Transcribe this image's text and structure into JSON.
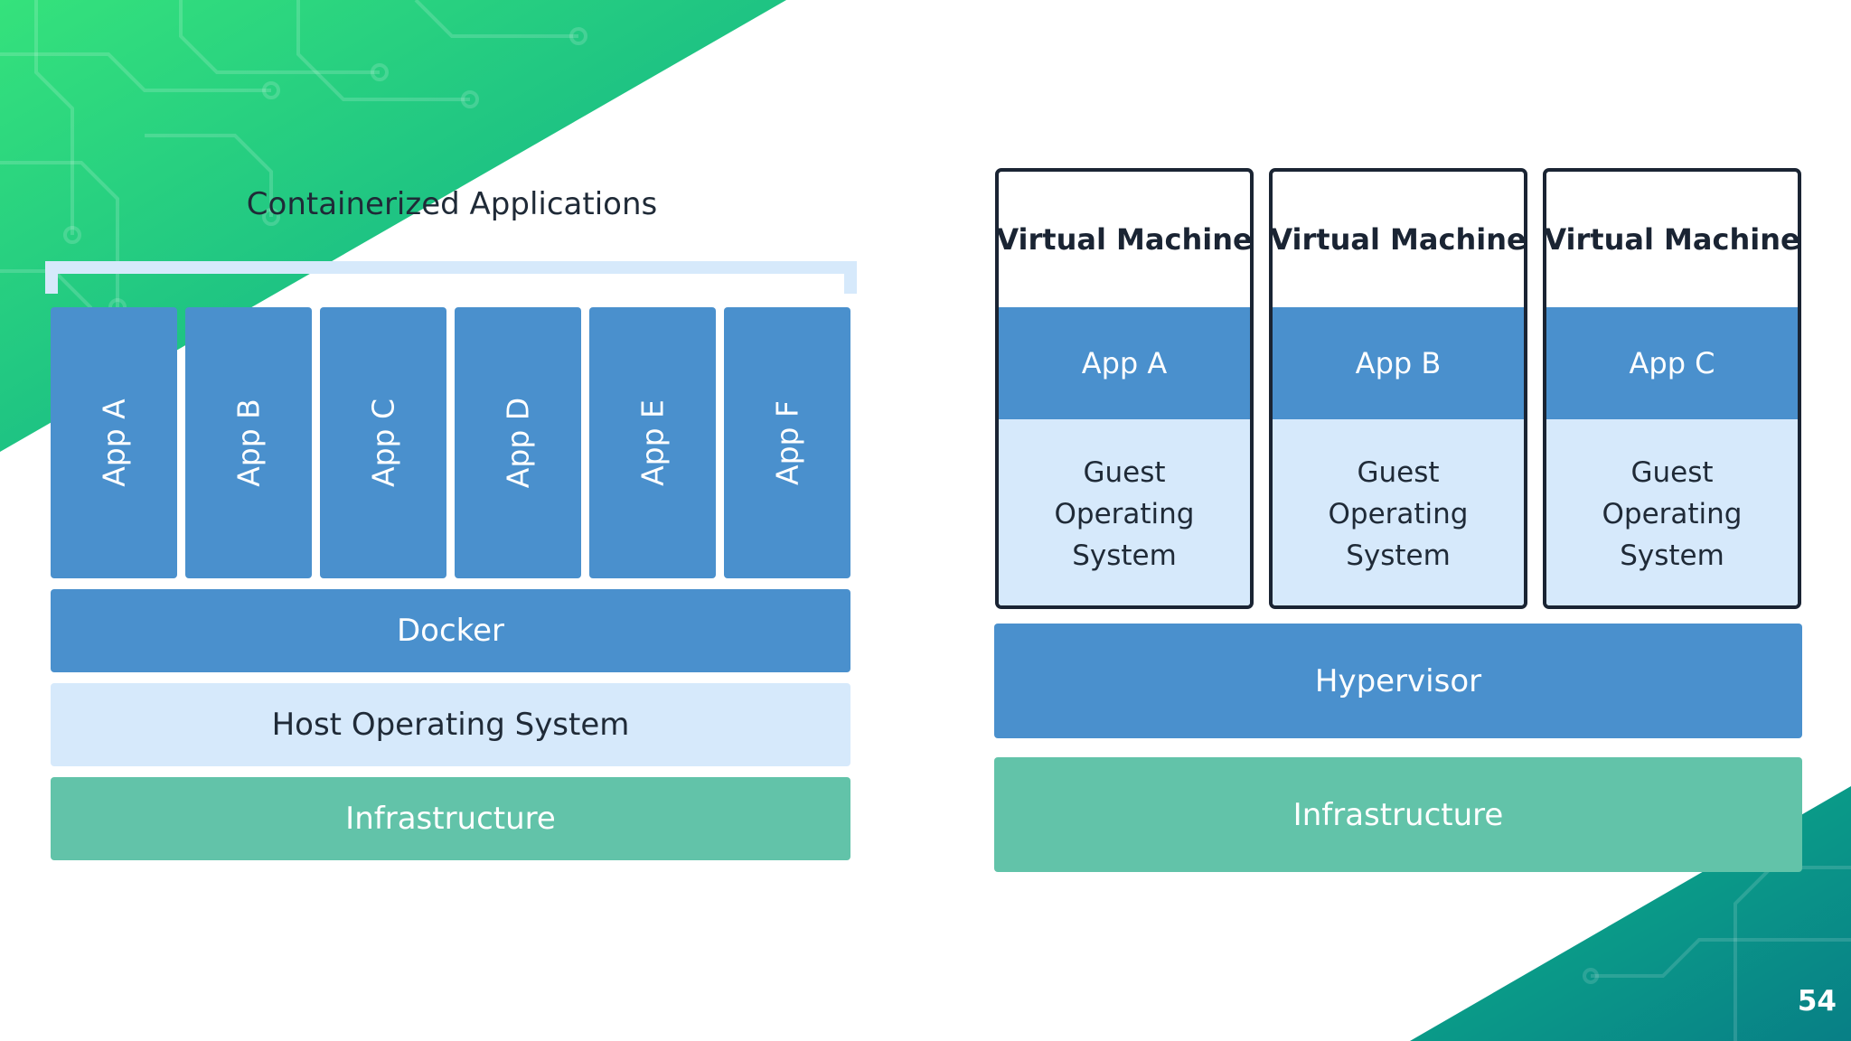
{
  "theme": {
    "accent_green": "#2fd67a",
    "accent_teal": "#0a8f8a",
    "blue": "#4a90cd",
    "light_blue": "#d6e9fb",
    "green": "#62c3a9",
    "dark": "#1a2433"
  },
  "containers": {
    "title": "Containerized Applications",
    "apps": [
      "App A",
      "App B",
      "App C",
      "App D",
      "App E",
      "App F"
    ],
    "docker": "Docker",
    "host_os": "Host Operating System",
    "infrastructure": "Infrastructure"
  },
  "vms": {
    "machines": [
      {
        "title": "Virtual Machine",
        "app": "App A",
        "guest_os": "Guest Operating System"
      },
      {
        "title": "Virtual Machine",
        "app": "App B",
        "guest_os": "Guest Operating System"
      },
      {
        "title": "Virtual Machine",
        "app": "App C",
        "guest_os": "Guest Operating System"
      }
    ],
    "hypervisor": "Hypervisor",
    "infrastructure": "Infrastructure"
  },
  "slide": {
    "page_number": "54"
  }
}
